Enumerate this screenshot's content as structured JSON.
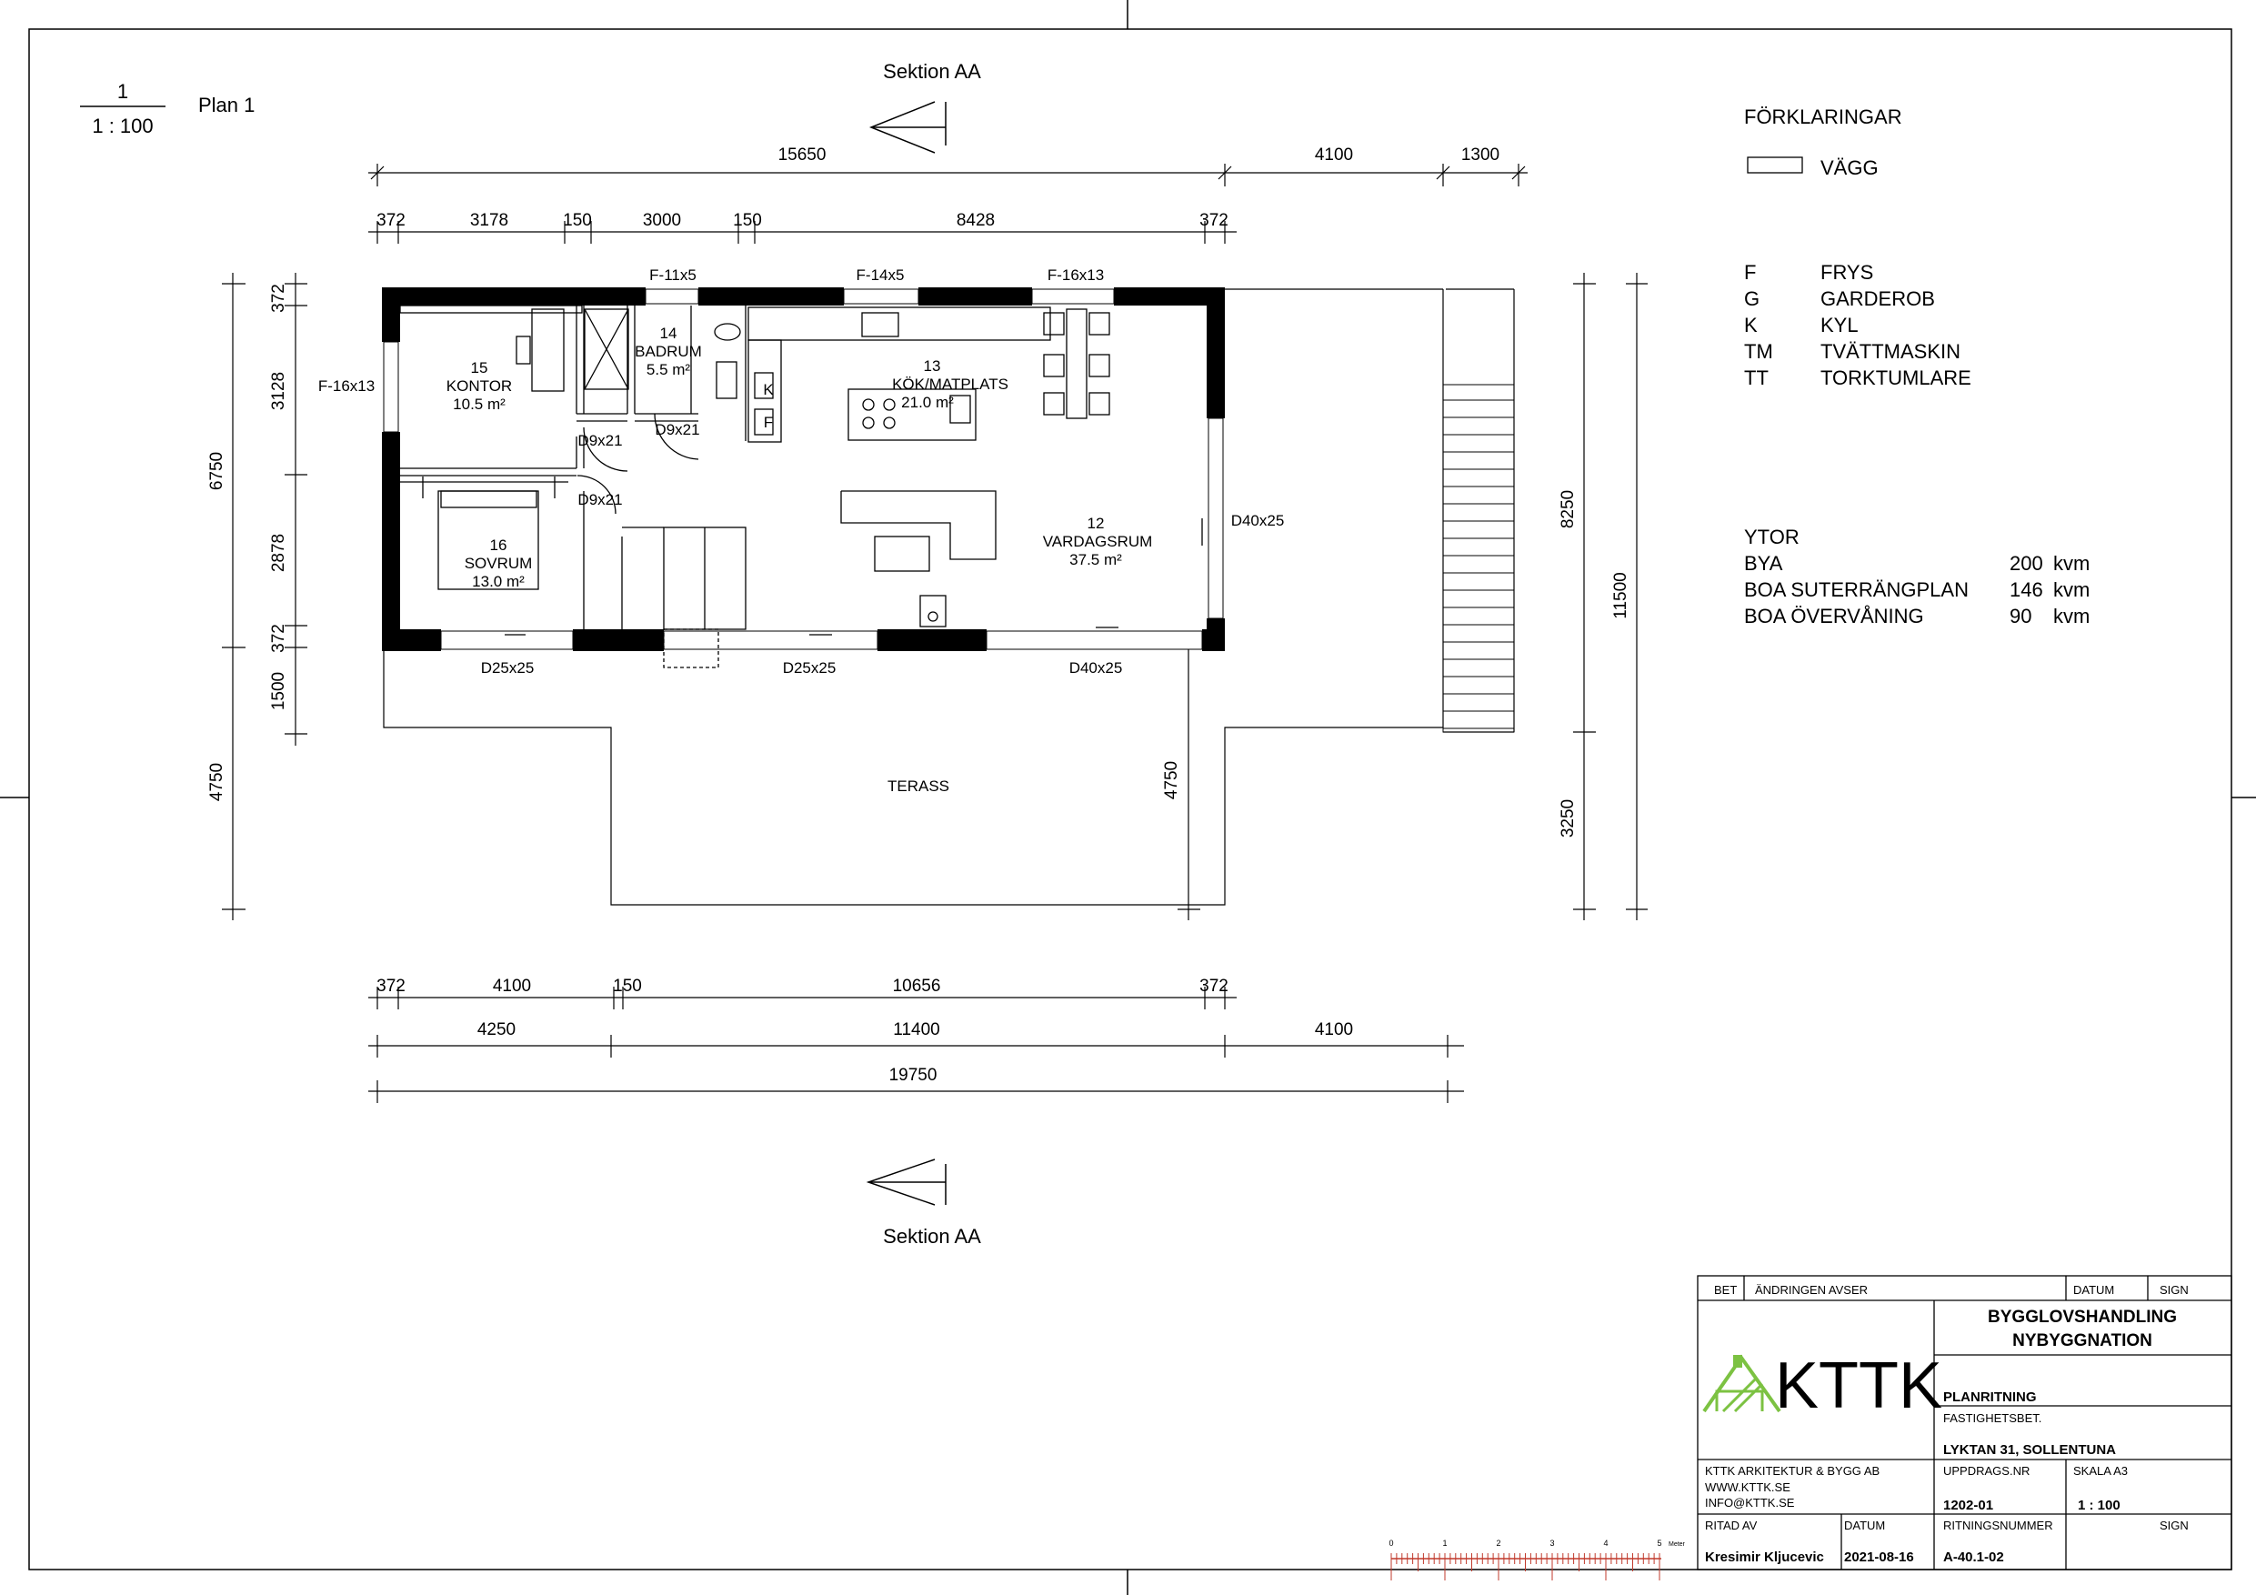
{
  "plan": {
    "label": "Plan 1",
    "scale_num": "1",
    "scale": "1 : 100"
  },
  "section_label": "Sektion AA",
  "legend": {
    "title": "FÖRKLARINGAR",
    "wall": "VÄGG",
    "items": [
      {
        "code": "F",
        "name": "FRYS"
      },
      {
        "code": "G",
        "name": "GARDEROB"
      },
      {
        "code": "K",
        "name": "KYL"
      },
      {
        "code": "TM",
        "name": "TVÄTTMASKIN"
      },
      {
        "code": "TT",
        "name": "TORKTUMLARE"
      }
    ]
  },
  "areas": {
    "title": "YTOR",
    "rows": [
      {
        "name": "BYA",
        "value": "200",
        "unit": "kvm"
      },
      {
        "name": "BOA SUTERRÄNGPLAN",
        "value": "146",
        "unit": "kvm"
      },
      {
        "name": "BOA ÖVERVÅNING",
        "value": "90",
        "unit": "kvm"
      }
    ]
  },
  "dims": {
    "top_overall": [
      "15650",
      "4100",
      "1300"
    ],
    "top_detail": [
      "372",
      "3178",
      "150",
      "3000",
      "150",
      "8428",
      "372"
    ],
    "bottom_detail": [
      "372",
      "4100",
      "150",
      "10656",
      "372"
    ],
    "bottom_mid": [
      "4250",
      "11400",
      "4100"
    ],
    "bottom_total": "19750",
    "left_detail": [
      "372",
      "3128",
      "2878",
      "372",
      "1500"
    ],
    "left_overall": [
      "6750",
      "4750"
    ],
    "right_inner": [
      "8250",
      "3250"
    ],
    "right_outer": "11500",
    "terrace_depth": "4750"
  },
  "rooms": [
    {
      "num": "15",
      "name": "KONTOR",
      "area": "10.5 m²"
    },
    {
      "num": "14",
      "name": "BADRUM",
      "area": "5.5 m²"
    },
    {
      "num": "13",
      "name": "KÖK/MATPLATS",
      "area": "21.0 m²"
    },
    {
      "num": "16",
      "name": "SOVRUM",
      "area": "13.0 m²"
    },
    {
      "num": "12",
      "name": "VARDAGSRUM",
      "area": "37.5 m²"
    }
  ],
  "terrace": "TERASS",
  "windows": [
    "F-11x5",
    "F-14x5",
    "F-16x13",
    "F-16x13"
  ],
  "doors": [
    "D9x21",
    "D9x21",
    "D9x21",
    "D40x25",
    "D25x25",
    "D25x25",
    "D40x25"
  ],
  "appliances": [
    "K",
    "F"
  ],
  "scalebar": {
    "ticks": [
      "0",
      "1",
      "2",
      "3",
      "4",
      "5"
    ],
    "unit": "Meter"
  },
  "titleblock": {
    "col_bet": "BET",
    "col_change": "ÄNDRINGEN AVSER",
    "col_date": "DATUM",
    "col_sign": "SIGN",
    "project_line1": "BYGGLOVSHANDLING",
    "project_line2": "NYBYGGNATION",
    "logo": "KTTK",
    "drawing_type": "PLANRITNING",
    "prop_label": "FASTIGHETSBET.",
    "property": "LYKTAN 31, SOLLENTUNA",
    "company": "KTTK ARKITEKTUR & BYGG AB",
    "web": "WWW.KTTK.SE",
    "email": "INFO@KTTK.SE",
    "job_label": "UPPDRAGS.NR",
    "job_no": "1202-01",
    "scale_label": "SKALA A3",
    "scale": "1 : 100",
    "drawn_label": "RITAD AV",
    "date_label": "DATUM",
    "drawno_label": "RITNINGSNUMMER",
    "sign_label": "SIGN",
    "author": "Kresimir Kljucevic",
    "date": "2021-08-16",
    "drawing_no": "A-40.1-02"
  }
}
